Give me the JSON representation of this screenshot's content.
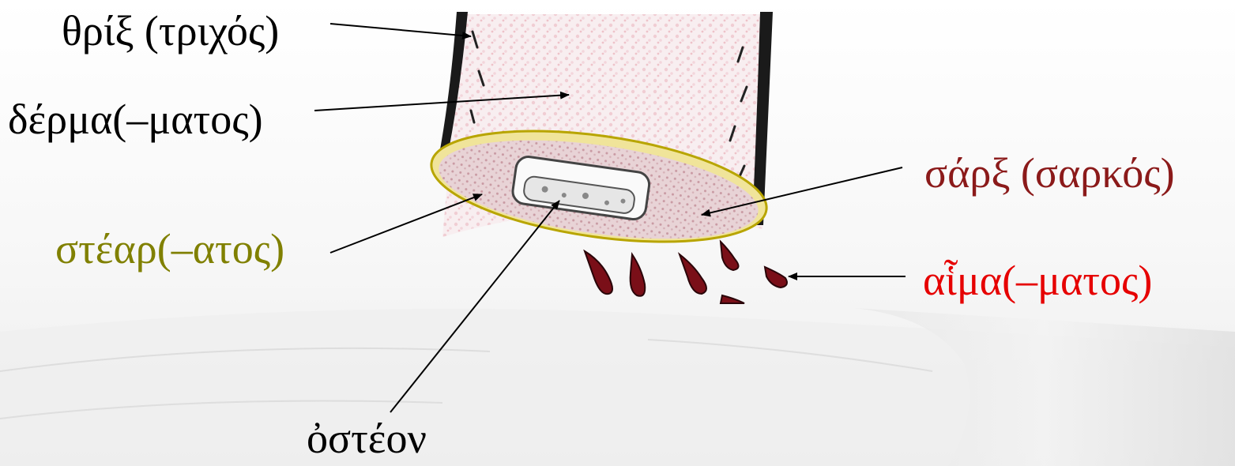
{
  "labels": {
    "hair": "θρίξ (τριχός)",
    "skin": "δέρμα(–ματος)",
    "flesh": "σάρξ (σαρκός)",
    "fat": "στέαρ(–ατος)",
    "blood": "αἷμα(–ματος)",
    "bone": "ὀστέον"
  },
  "colors": {
    "hair": "#000000",
    "skin": "#000000",
    "flesh": "#8b1a1a",
    "fat": "#808000",
    "blood": "#e60000",
    "bone": "#000000"
  },
  "illustration": {
    "subject": "cross-section of skin, fat, flesh and bone with dripping blood",
    "background_watermark": "faint printed text on curled paper"
  }
}
